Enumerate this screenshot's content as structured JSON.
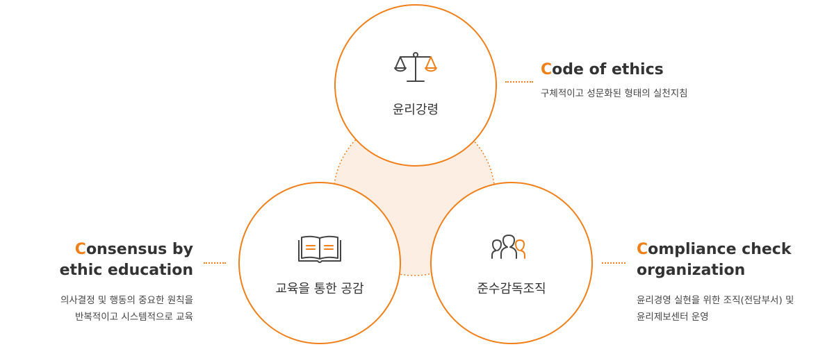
{
  "circles": {
    "top": {
      "label": "윤리강령",
      "icon": "scales-icon"
    },
    "left": {
      "label": "교육을 통한 공감",
      "icon": "open-book-icon"
    },
    "right": {
      "label": "준수감독조직",
      "icon": "people-group-icon"
    }
  },
  "callouts": {
    "top": {
      "title_first": "C",
      "title_rest": "ode of ethics",
      "desc_lines": [
        "구체적이고 성문화된 형태의 실천지침"
      ]
    },
    "left": {
      "title_first": "C",
      "title_line1_rest": "onsensus by",
      "title_line2": "ethic education",
      "desc_lines": [
        "의사결정 및 행동의 중요한 원칙을",
        "반복적이고 시스템적으로 교육"
      ]
    },
    "right": {
      "title_first": "C",
      "title_line1_rest": "ompliance check",
      "title_line2": "organization",
      "desc_lines": [
        "윤리경영 실현을 위한 조직(전담부서) 및",
        "윤리제보센터 운영"
      ]
    }
  },
  "colors": {
    "accent": "#f07f1a",
    "center_fill": "#fdeee3",
    "text": "#333333",
    "icon": "#444444"
  }
}
